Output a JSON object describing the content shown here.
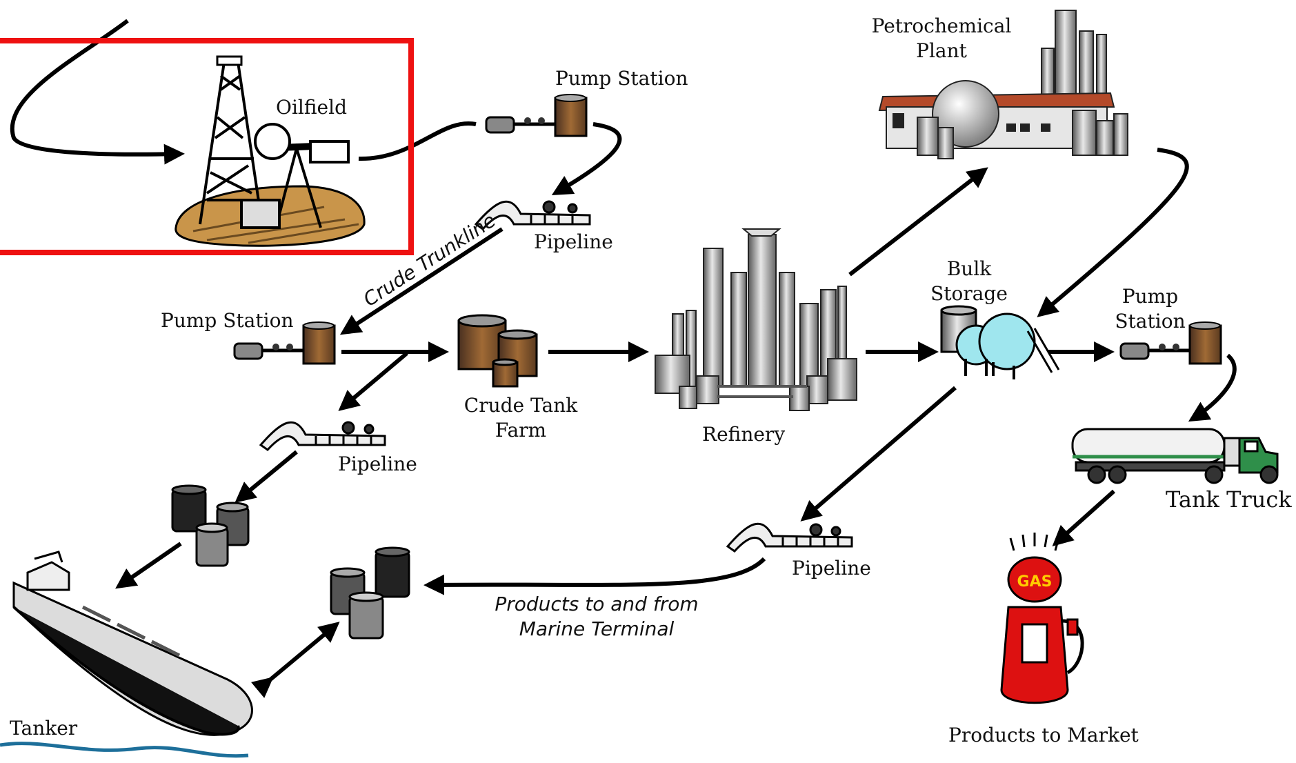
{
  "labels": {
    "oilfield": "Oilfield",
    "pump_station_top": "Pump Station",
    "pipeline_top": "Pipeline",
    "crude_trunkline": "Crude Trunkline",
    "pump_station_left": "Pump Station",
    "crude_tank_farm_1": "Crude Tank",
    "crude_tank_farm_2": "Farm",
    "pipeline_left": "Pipeline",
    "refinery": "Refinery",
    "petrochemical_1": "Petrochemical",
    "petrochemical_2": "Plant",
    "bulk_storage_1": "Bulk",
    "bulk_storage_2": "Storage",
    "pump_station_right_1": "Pump",
    "pump_station_right_2": "Station",
    "tank_truck": "Tank Truck",
    "pipeline_bottom": "Pipeline",
    "products_marine_1": "Products to and from",
    "products_marine_2": "Marine Terminal",
    "tanker": "Tanker",
    "products_to_market": "Products to Market",
    "gas_sign": "GAS"
  },
  "colors": {
    "highlight_border": "#ee1111",
    "arrow": "#000000",
    "tank_brown": "#8a5a2b",
    "ground_tan": "#c9954a",
    "sphere_cyan": "#9fe6ee",
    "pump_red": "#dd1111",
    "truck_green": "#2f8f4a"
  }
}
